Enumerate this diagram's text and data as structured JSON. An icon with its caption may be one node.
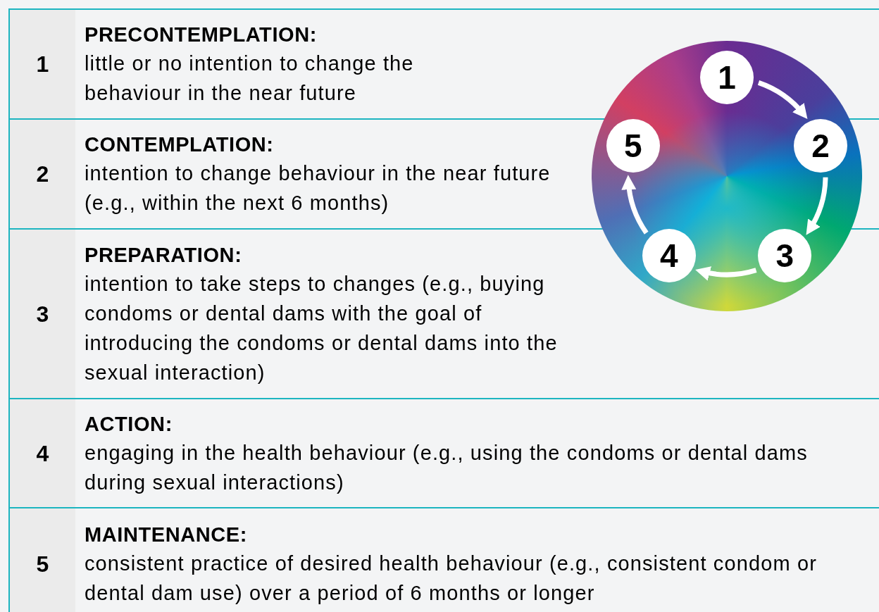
{
  "diagram": {
    "nodes": [
      {
        "text": [
          "1",
          "PRECONTEMPLATION:",
          "little or no intention to change the behaviour in the near future"
        ]
      },
      {
        "text": [
          "2",
          "CONTEMPLATION:",
          "intention to change behaviour in the near future (e.g., within the next 6 months)"
        ]
      },
      {
        "text": [
          "3",
          "PREPARATION:",
          "intention to take steps to changes (e.g., buying condoms or dental dams with the goal of introducing the condoms or dental dams into the sexual interaction)"
        ]
      },
      {
        "text": [
          "4",
          "ACTION:",
          "engaging in the health behaviour (e.g., using the condoms or dental dams during sexual interactions)"
        ]
      },
      {
        "text": [
          "5",
          "MAINTENANCE:",
          "consistent practice of desired health behaviour (e.g., consistent condom or dental dam use) over a period of 6 months or longer"
        ]
      },
      {
        "text": [],
        "shape": "circle"
      },
      {
        "text": [
          "1"
        ],
        "in": 5
      },
      {
        "text": [
          "2"
        ],
        "in": 5
      },
      {
        "text": [
          "3"
        ],
        "in": 5
      },
      {
        "text": [
          "4"
        ],
        "in": 5
      },
      {
        "text": [
          "5"
        ],
        "in": 5
      }
    ],
    "edges": [
      {
        "from": 6,
        "to": 7,
        "arrow": "to"
      },
      {
        "from": 7,
        "to": 8,
        "arrow": "to"
      },
      {
        "from": 8,
        "to": 9,
        "arrow": "to"
      },
      {
        "from": 9,
        "to": 10,
        "arrow": "to"
      }
    ]
  }
}
